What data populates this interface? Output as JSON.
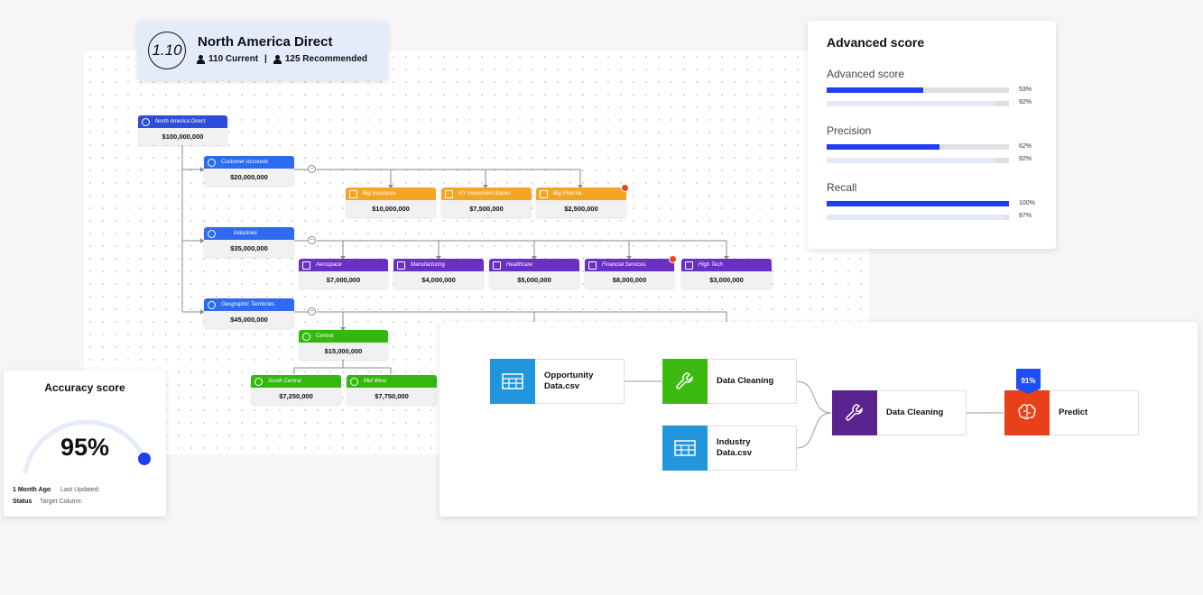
{
  "header": {
    "version": "1.10",
    "title": "North America Direct",
    "current": "110 Current",
    "separator": "|",
    "recommended": "125 Recommended"
  },
  "tree": {
    "root": {
      "label": "North America Direct",
      "value": "$100,000,000"
    },
    "customer_accounts": {
      "label": "Customer Accounts",
      "value": "$20,000,000"
    },
    "big_insurance": {
      "label": "Big Insurance",
      "value": "$10,000,000"
    },
    "ny_investment": {
      "label": "NY Investment Banks",
      "value": "$7,500,000"
    },
    "big_pharma": {
      "label": "Big Pharma",
      "value": "$2,500,000"
    },
    "industries": {
      "label": "Industries",
      "value": "$35,000,000"
    },
    "aerospace": {
      "label": "Aerospace",
      "value": "$7,000,000"
    },
    "manufacturing": {
      "label": "Manufacturing",
      "value": "$4,000,000"
    },
    "healthcare": {
      "label": "Healthcare",
      "value": "$5,000,000"
    },
    "financial": {
      "label": "Financial Services",
      "value": "$8,000,000"
    },
    "high_tech": {
      "label": "High Tech",
      "value": "$3,000,000"
    },
    "geo": {
      "label": "Geographic Territories",
      "value": "$45,000,000"
    },
    "central": {
      "label": "Central",
      "value": "$15,000,000"
    },
    "south_central": {
      "label": "South Central",
      "value": "$7,250,000"
    },
    "mid_west": {
      "label": "Mid West",
      "value": "$7,750,000"
    },
    "toggle_symbol": "−"
  },
  "advanced_score": {
    "title": "Advanced score",
    "metrics": [
      {
        "label": "Advanced score",
        "primary_pct": "53%",
        "secondary_pct": "92%",
        "primary": 0.53,
        "secondary": 0.92
      },
      {
        "label": "Precision",
        "primary_pct": "62%",
        "secondary_pct": "92%",
        "primary": 0.62,
        "secondary": 0.92
      },
      {
        "label": "Recall",
        "primary_pct": "100%",
        "secondary_pct": "97%",
        "primary": 1.0,
        "secondary": 0.97
      }
    ],
    "colors": {
      "primary": "#1f3ff0",
      "secondary": "#e3e9fb",
      "track": "#e0e0e3"
    }
  },
  "accuracy": {
    "title": "Accuracy score",
    "value": "95%",
    "level": 0.95,
    "left_line1": "1 Month Ago",
    "right_line1": "Last Updated:",
    "left_line2": "Status",
    "right_line2": "Target Column:"
  },
  "pipeline": {
    "opportunity": {
      "line1": "Opportunity",
      "line2": "Data.csv",
      "icon": "table-icon",
      "color": "#2196dc"
    },
    "cleaning1": {
      "label": "Data Cleaning",
      "icon": "wrench-icon",
      "color": "#3dba12"
    },
    "industry": {
      "line1": "Industry",
      "line2": "Data.csv",
      "icon": "table-icon",
      "color": "#2196dc"
    },
    "cleaning2": {
      "label": "Data Cleaning",
      "icon": "wrench-icon",
      "color": "#5b2390"
    },
    "predict": {
      "label": "Predict",
      "badge": "91%",
      "icon": "brain-icon",
      "color": "#e8401a"
    }
  }
}
